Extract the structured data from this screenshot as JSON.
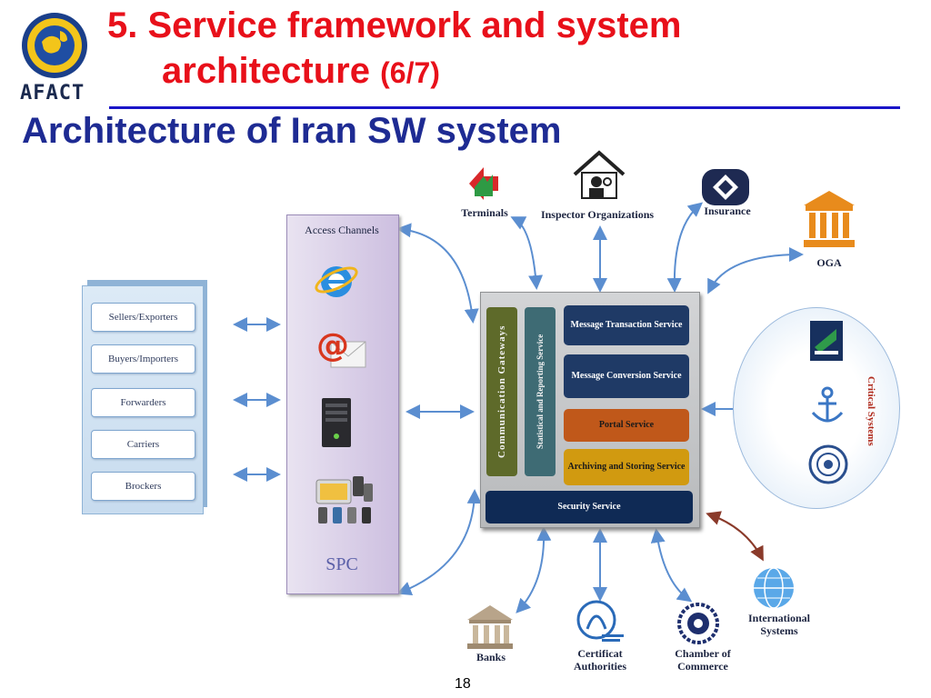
{
  "slide": {
    "title_line1": "5. Service framework and system",
    "title_line2": "architecture",
    "title_part": "(6/7)",
    "subtitle": "Architecture of Iran SW system",
    "logo_text": "AFACT",
    "page_number": "18"
  },
  "access_channels": {
    "header": "Access Channels",
    "footer": "SPC"
  },
  "roles": [
    "Sellers/Exporters",
    "Buyers/Importers",
    "Forwarders",
    "Carriers",
    "Brockers"
  ],
  "core": {
    "vertical_1": "Communication Gateways",
    "vertical_2": "Statistical and Reporting Service",
    "services": [
      "Message Transaction Service",
      "Message Conversion Service",
      "Portal Service",
      "Archiving and Storing Service"
    ],
    "security": "Security Service"
  },
  "top_nodes": {
    "terminals": "Terminals",
    "inspector": "Inspector Organizations",
    "insurance": "Insurance",
    "oga": "OGA"
  },
  "critical_systems": "Critical Systems",
  "bottom_nodes": {
    "banks": "Banks",
    "certificat": "Certificat Authorities",
    "chamber": "Chamber of Commerce",
    "international": "International Systems"
  },
  "colors": {
    "title_red": "#e8101a",
    "title_blue": "#1e2b93",
    "navy": "#1f3a66",
    "orange": "#c0581a",
    "gold": "#d19a10",
    "olive": "#5e6a2a",
    "teal": "#3e6b74",
    "dark_navy": "#0f2a55"
  }
}
